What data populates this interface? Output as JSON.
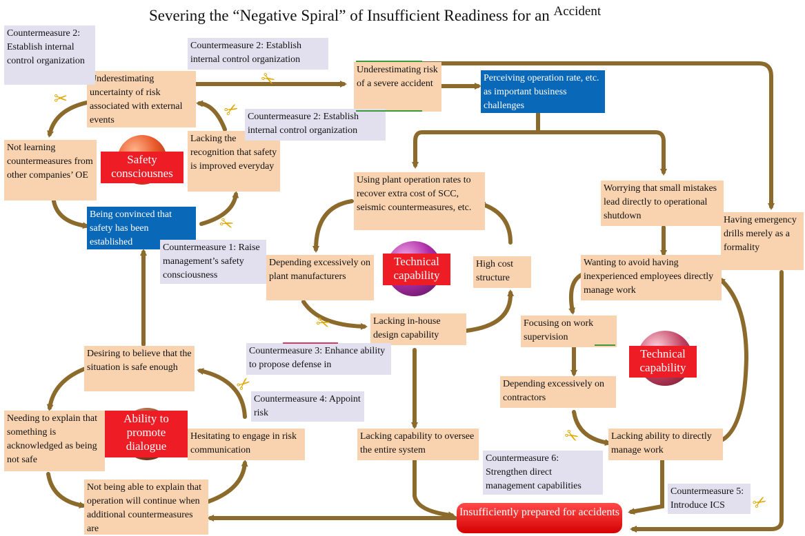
{
  "title": {
    "main": "Severing the “Negative Spiral” of Insufficient Readiness for an",
    "suffix": "Accident"
  },
  "colors": {
    "arrow": "#8b6a2c",
    "box_fill": "#f9d3b0",
    "countermeasure_fill": "#e2e0ee",
    "highlight_blue": "#0a68b8",
    "label_red": "#ee1c24",
    "scissors": "#e0a800"
  },
  "labels": {
    "safety": "Safety consciousnes",
    "technical_center": "Technical capability",
    "technical_right": "Technical capability",
    "dialogue": "Ability to promote dialogue"
  },
  "nodes": {
    "underestimating_uncertainty": "Underestimating uncertainty of risk associated with external events",
    "underestimating_severe": "Underestimating risk of a severe accident",
    "perceiving_operation": "Perceiving operation rate, etc. as important business challenges",
    "not_learning": "Not learning countermeasures from other companies’ OE",
    "lacking_recognition": "Lacking the recognition that safety is improved everyday",
    "being_convinced": "Being convinced that safety has been established",
    "using_plant": "Using plant operation rates to recover extra cost of SCC, seismic countermeasures, etc.",
    "worrying_small": "Worrying that small mistakes lead directly to operational shutdown",
    "having_drills": "Having emergency drills merely as a formality",
    "depending_manufacturers": "Depending excessively on plant manufacturers",
    "high_cost": "High cost structure",
    "wanting_avoid": "Wanting to avoid having inexperienced employees directly manage work",
    "lacking_inhouse": "Lacking in-house design capability",
    "focusing_supervision": "Focusing on work supervision",
    "desiring_believe": "Desiring to believe that the situation is safe enough",
    "depending_contractors": "Depending excessively on contractors",
    "needing_explain": "Needing to explain that something is acknowledged as being not safe",
    "hesitating": "Hesitating to engage in risk communication",
    "lacking_oversee": "Lacking capability to oversee the entire system",
    "lacking_manage": "Lacking ability to directly manage work",
    "not_able_explain": "Not being able to explain that operation will continue when additional countermeasures are",
    "insufficiently_prepared": "Insufficiently prepared for accidents"
  },
  "countermeasures": {
    "cm2_topleft": "Countermeasure 2: Establish internal control organization",
    "cm2_top": "Countermeasure 2: Establish internal control organization",
    "cm2_mid": "Countermeasure 2: Establish internal control organization",
    "cm1": "Countermeasure 1: Raise management’s safety consciousness",
    "cm3": "Countermeasure 3: Enhance ability to propose defense in",
    "cm4": "Countermeasure 4: Appoint risk",
    "cm6": "Countermeasure 6: Strengthen direct management capabilities",
    "cm5": "Countermeasure 5: Introduce ICS"
  },
  "icons": {
    "scissors": "scissors-icon",
    "arrow": "arrow-icon",
    "sphere": "sphere-icon"
  }
}
